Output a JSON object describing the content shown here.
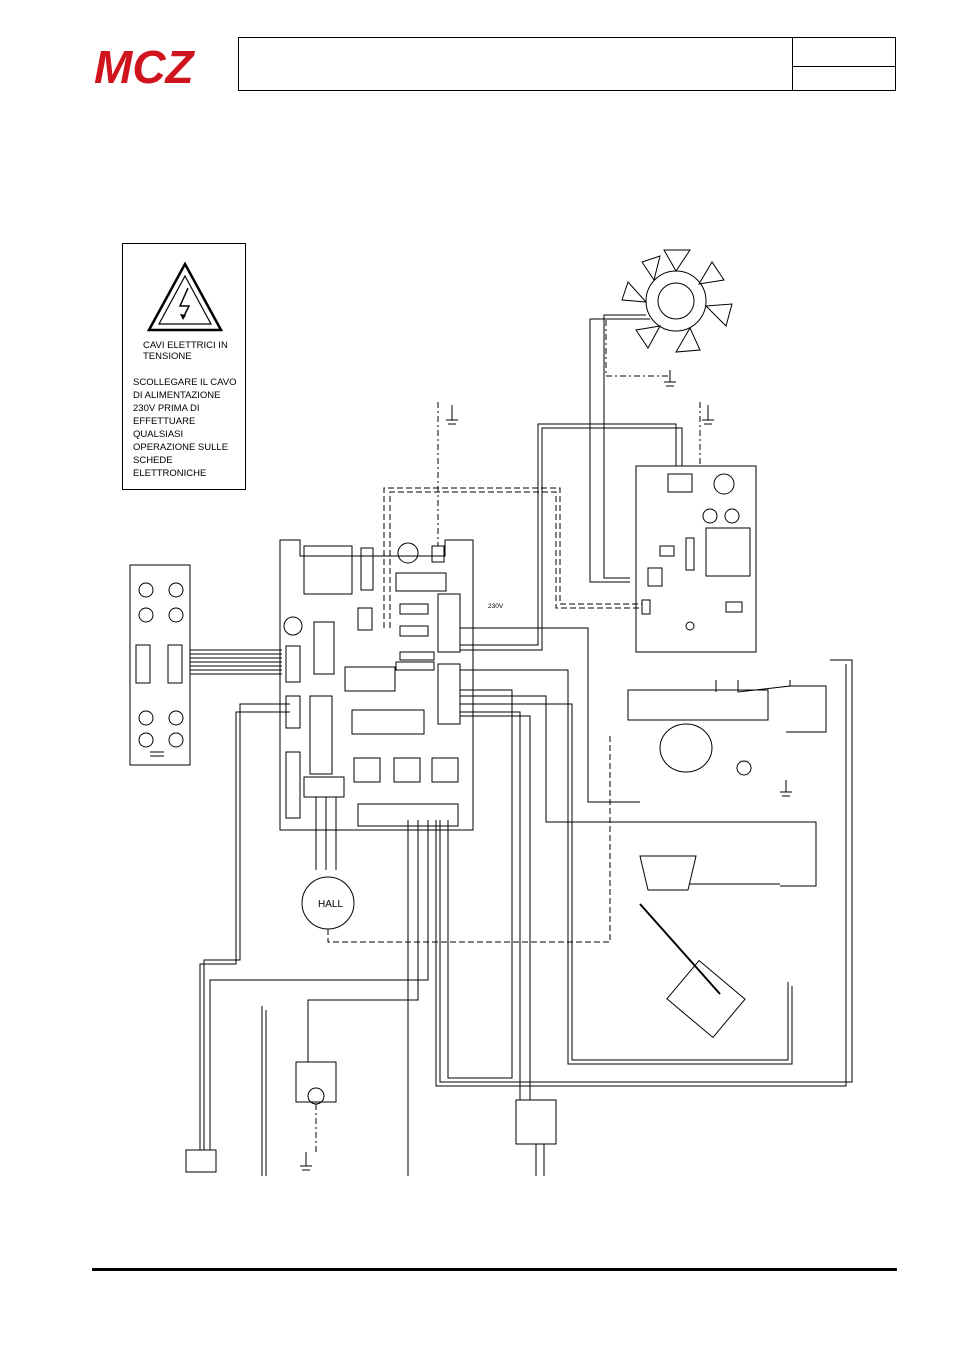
{
  "header": {
    "logo_text": "MCZ",
    "brand_color": "#d0141e"
  },
  "warning_label": {
    "line1": "CAVI ELETTRICI IN\nTENSIONE",
    "line2": "SCOLLEGARE IL CAVO\nDI ALIMENTAZIONE\n230V PRIMA DI\nEFFETTUARE QUALSIASI\nOPERAZIONE SULLE\nSCHEDE\nELETTRONICHE"
  },
  "diagram": {
    "hall_label": "HALL",
    "board_terminal_label": "230V"
  }
}
